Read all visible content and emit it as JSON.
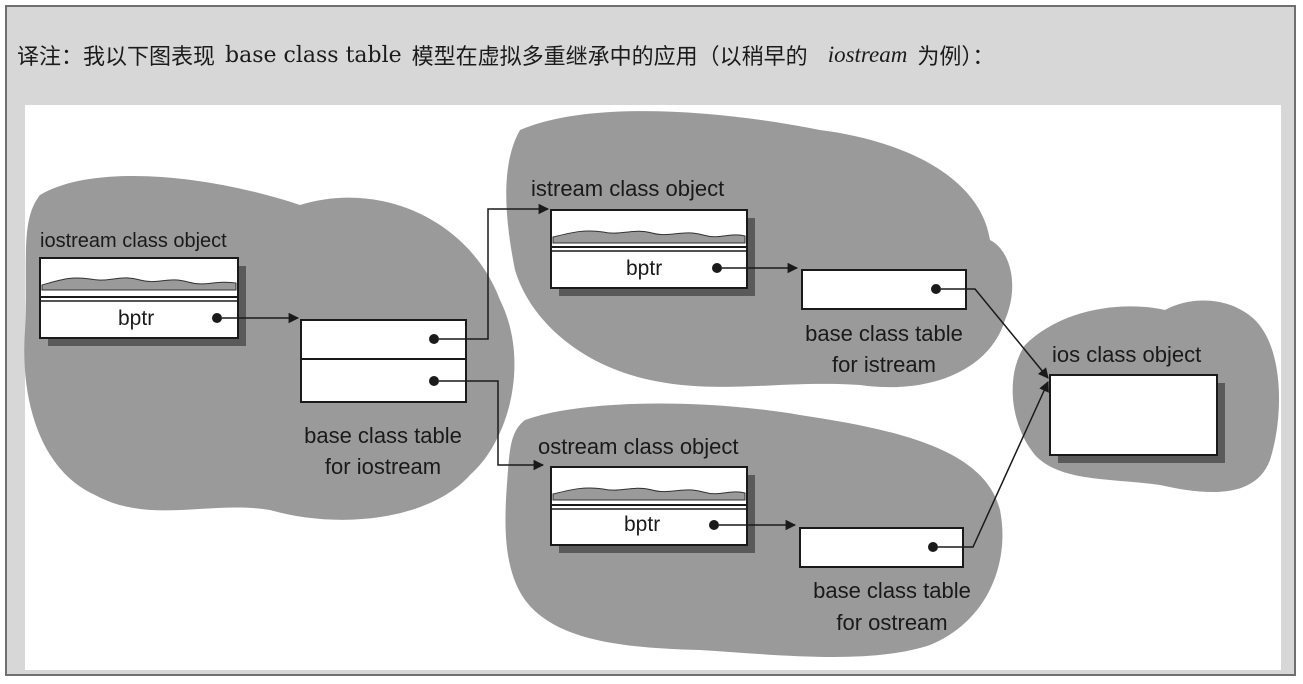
{
  "note": {
    "prefix": "译注：我以下图表现",
    "term": "base class table",
    "middle": "模型在虚拟多重继承中的应用（以稍早的",
    "example": "iostream",
    "suffix": "为例）："
  },
  "diagram": {
    "iostream": {
      "title": "iostream class object",
      "field": "bptr",
      "table_label_1": "base class table",
      "table_label_2": "for iostream"
    },
    "istream": {
      "title": "istream class object",
      "field": "bptr",
      "table_label_1": "base class table",
      "table_label_2": "for istream"
    },
    "ostream": {
      "title": "ostream class object",
      "field": "bptr",
      "table_label_1": "base class table",
      "table_label_2": "for ostream"
    },
    "ios": {
      "title": "ios class object"
    }
  },
  "colors": {
    "blob": "#9a9a9a",
    "frame": "#d7d7d7",
    "shadow": "#5a5a5a"
  }
}
